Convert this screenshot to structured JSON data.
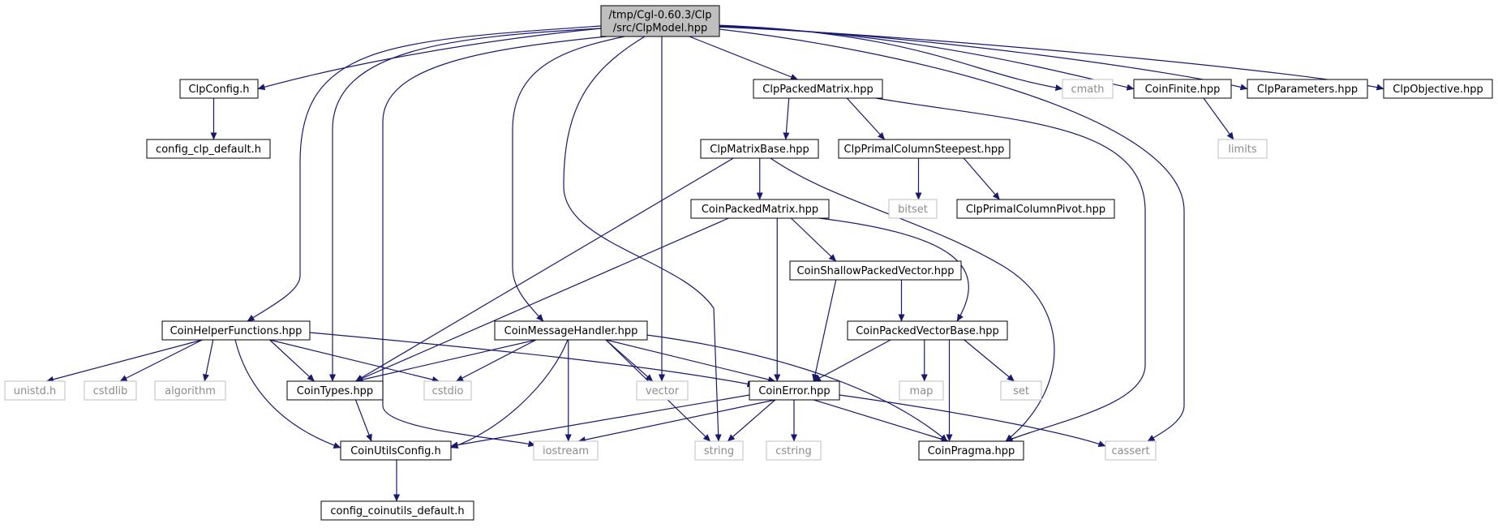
{
  "diagram": {
    "root": {
      "id": "root",
      "lines": [
        "/tmp/Cgl-0.60.3/Clp",
        "/src/ClpModel.hpp"
      ],
      "fill": "#bfbfbf"
    },
    "nodes": [
      {
        "id": "ClpConfig",
        "label": "ClpConfig.h",
        "documented": true
      },
      {
        "id": "config_clp_default",
        "label": "config_clp_default.h",
        "documented": true
      },
      {
        "id": "ClpPackedMatrix",
        "label": "ClpPackedMatrix.hpp",
        "documented": true
      },
      {
        "id": "cmath",
        "label": "cmath",
        "documented": false
      },
      {
        "id": "CoinFinite",
        "label": "CoinFinite.hpp",
        "documented": true
      },
      {
        "id": "ClpParameters",
        "label": "ClpParameters.hpp",
        "documented": true
      },
      {
        "id": "ClpObjective",
        "label": "ClpObjective.hpp",
        "documented": true
      },
      {
        "id": "limits",
        "label": "limits",
        "documented": false
      },
      {
        "id": "ClpMatrixBase",
        "label": "ClpMatrixBase.hpp",
        "documented": true
      },
      {
        "id": "ClpPrimalColumnSteepest",
        "label": "ClpPrimalColumnSteepest.hpp",
        "documented": true
      },
      {
        "id": "bitset",
        "label": "bitset",
        "documented": false
      },
      {
        "id": "ClpPrimalColumnPivot",
        "label": "ClpPrimalColumnPivot.hpp",
        "documented": true
      },
      {
        "id": "CoinPackedMatrix",
        "label": "CoinPackedMatrix.hpp",
        "documented": true
      },
      {
        "id": "CoinShallowPackedVector",
        "label": "CoinShallowPackedVector.hpp",
        "documented": true
      },
      {
        "id": "CoinHelperFunctions",
        "label": "CoinHelperFunctions.hpp",
        "documented": true
      },
      {
        "id": "CoinMessageHandler",
        "label": "CoinMessageHandler.hpp",
        "documented": true
      },
      {
        "id": "CoinPackedVectorBase",
        "label": "CoinPackedVectorBase.hpp",
        "documented": true
      },
      {
        "id": "unistd",
        "label": "unistd.h",
        "documented": false
      },
      {
        "id": "cstdlib",
        "label": "cstdlib",
        "documented": false
      },
      {
        "id": "algorithm",
        "label": "algorithm",
        "documented": false
      },
      {
        "id": "CoinTypes",
        "label": "CoinTypes.hpp",
        "documented": true
      },
      {
        "id": "cstdio",
        "label": "cstdio",
        "documented": false
      },
      {
        "id": "vector",
        "label": "vector",
        "documented": false
      },
      {
        "id": "CoinError",
        "label": "CoinError.hpp",
        "documented": true
      },
      {
        "id": "map",
        "label": "map",
        "documented": false
      },
      {
        "id": "set",
        "label": "set",
        "documented": false
      },
      {
        "id": "CoinUtilsConfig",
        "label": "CoinUtilsConfig.h",
        "documented": true
      },
      {
        "id": "iostream",
        "label": "iostream",
        "documented": false
      },
      {
        "id": "string",
        "label": "string",
        "documented": false
      },
      {
        "id": "cstring",
        "label": "cstring",
        "documented": false
      },
      {
        "id": "CoinPragma",
        "label": "CoinPragma.hpp",
        "documented": true
      },
      {
        "id": "cassert",
        "label": "cassert",
        "documented": false
      },
      {
        "id": "config_coinutils_default",
        "label": "config_coinutils_default.h",
        "documented": true
      }
    ],
    "edges": [
      [
        "root",
        "ClpConfig"
      ],
      [
        "root",
        "ClpPackedMatrix"
      ],
      [
        "root",
        "cmath"
      ],
      [
        "root",
        "CoinFinite"
      ],
      [
        "root",
        "ClpParameters"
      ],
      [
        "root",
        "ClpObjective"
      ],
      [
        "root",
        "CoinHelperFunctions"
      ],
      [
        "root",
        "CoinTypes"
      ],
      [
        "root",
        "iostream"
      ],
      [
        "root",
        "CoinMessageHandler"
      ],
      [
        "root",
        "string"
      ],
      [
        "root",
        "vector"
      ],
      [
        "root",
        "cassert"
      ],
      [
        "ClpConfig",
        "config_clp_default"
      ],
      [
        "CoinFinite",
        "limits"
      ],
      [
        "ClpPackedMatrix",
        "ClpMatrixBase"
      ],
      [
        "ClpPackedMatrix",
        "ClpPrimalColumnSteepest"
      ],
      [
        "ClpPackedMatrix",
        "CoinPragma"
      ],
      [
        "ClpMatrixBase",
        "CoinPackedMatrix"
      ],
      [
        "ClpMatrixBase",
        "CoinTypes"
      ],
      [
        "ClpMatrixBase",
        "CoinPragma"
      ],
      [
        "ClpPrimalColumnSteepest",
        "bitset"
      ],
      [
        "ClpPrimalColumnSteepest",
        "ClpPrimalColumnPivot"
      ],
      [
        "CoinPackedMatrix",
        "CoinShallowPackedVector"
      ],
      [
        "CoinPackedMatrix",
        "CoinPackedVectorBase"
      ],
      [
        "CoinPackedMatrix",
        "CoinError"
      ],
      [
        "CoinPackedMatrix",
        "CoinTypes"
      ],
      [
        "CoinShallowPackedVector",
        "CoinPackedVectorBase"
      ],
      [
        "CoinShallowPackedVector",
        "CoinError"
      ],
      [
        "CoinPackedVectorBase",
        "CoinError"
      ],
      [
        "CoinPackedVectorBase",
        "map"
      ],
      [
        "CoinPackedVectorBase",
        "set"
      ],
      [
        "CoinPackedVectorBase",
        "CoinPragma"
      ],
      [
        "CoinHelperFunctions",
        "unistd"
      ],
      [
        "CoinHelperFunctions",
        "cstdlib"
      ],
      [
        "CoinHelperFunctions",
        "algorithm"
      ],
      [
        "CoinHelperFunctions",
        "CoinTypes"
      ],
      [
        "CoinHelperFunctions",
        "cstdio"
      ],
      [
        "CoinHelperFunctions",
        "CoinError"
      ],
      [
        "CoinHelperFunctions",
        "CoinUtilsConfig"
      ],
      [
        "CoinMessageHandler",
        "CoinTypes"
      ],
      [
        "CoinMessageHandler",
        "cstdio"
      ],
      [
        "CoinMessageHandler",
        "vector"
      ],
      [
        "CoinMessageHandler",
        "CoinError"
      ],
      [
        "CoinMessageHandler",
        "CoinUtilsConfig"
      ],
      [
        "CoinMessageHandler",
        "iostream"
      ],
      [
        "CoinMessageHandler",
        "string"
      ],
      [
        "CoinMessageHandler",
        "CoinPragma"
      ],
      [
        "CoinTypes",
        "CoinUtilsConfig"
      ],
      [
        "CoinError",
        "CoinUtilsConfig"
      ],
      [
        "CoinError",
        "iostream"
      ],
      [
        "CoinError",
        "string"
      ],
      [
        "CoinError",
        "cstring"
      ],
      [
        "CoinError",
        "CoinPragma"
      ],
      [
        "CoinError",
        "cassert"
      ],
      [
        "CoinUtilsConfig",
        "config_coinutils_default"
      ]
    ],
    "colors": {
      "edge": "#191970",
      "node_border": "#000000",
      "undocumented_border": "#bfbfbf",
      "undocumented_text": "#8c8c8c"
    }
  }
}
